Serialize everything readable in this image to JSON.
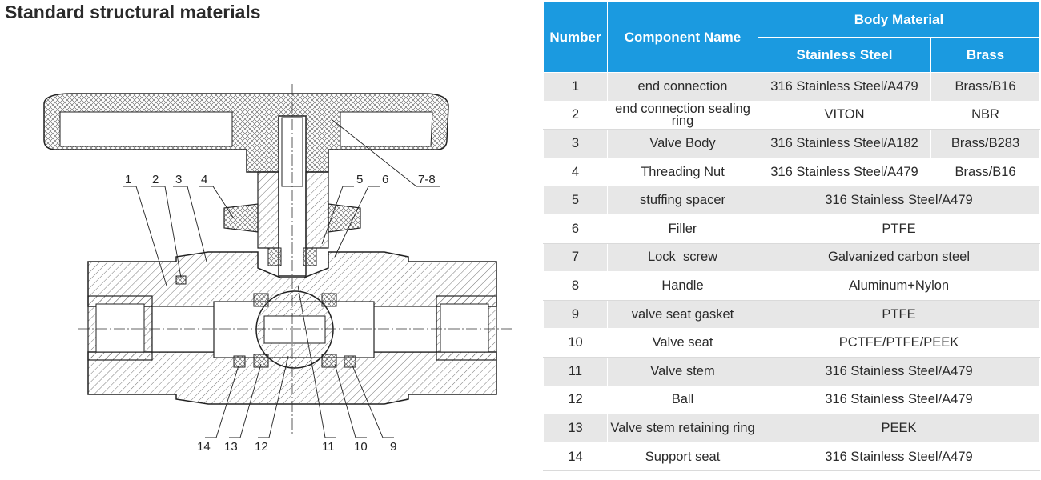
{
  "title": "Standard structural materials",
  "table": {
    "headers": {
      "number": "Number",
      "component": "Component Name",
      "body_material": "Body Material",
      "stainless": "Stainless Steel",
      "brass": "Brass"
    },
    "rows": [
      {
        "num": "1",
        "name": "end connection",
        "stainless": "316 Stainless Steel/A479",
        "brass": "Brass/B16"
      },
      {
        "num": "2",
        "name": "end connection sealing ring",
        "stainless": "VITON",
        "brass": "NBR"
      },
      {
        "num": "3",
        "name": "Valve Body",
        "stainless": "316 Stainless Steel/A182",
        "brass": "Brass/B283"
      },
      {
        "num": "4",
        "name": "Threading Nut",
        "stainless": "316 Stainless Steel/A479",
        "brass": "Brass/B16"
      },
      {
        "num": "5",
        "name": "stuffing spacer",
        "material": "316 Stainless Steel/A479"
      },
      {
        "num": "6",
        "name": "Filler",
        "material": "PTFE"
      },
      {
        "num": "7",
        "name": "Lock  screw",
        "material": "Galvanized carbon steel"
      },
      {
        "num": "8",
        "name": "Handle",
        "material": "Aluminum+Nylon"
      },
      {
        "num": "9",
        "name": "valve seat gasket",
        "material": "PTFE"
      },
      {
        "num": "10",
        "name": "Valve seat",
        "material": "PCTFE/PTFE/PEEK"
      },
      {
        "num": "11",
        "name": "Valve stem",
        "material": "316 Stainless Steel/A479"
      },
      {
        "num": "12",
        "name": "Ball",
        "material": "316 Stainless Steel/A479"
      },
      {
        "num": "13",
        "name": "Valve stem retaining ring",
        "material": "PEEK"
      },
      {
        "num": "14",
        "name": "Support seat",
        "material": "316 Stainless Steel/A479"
      }
    ]
  },
  "drawing": {
    "top_labels": [
      "1",
      "2",
      "3",
      "4",
      "5",
      "6",
      "7-8"
    ],
    "bottom_labels": [
      "14",
      "13",
      "12",
      "11",
      "10",
      "9"
    ]
  }
}
